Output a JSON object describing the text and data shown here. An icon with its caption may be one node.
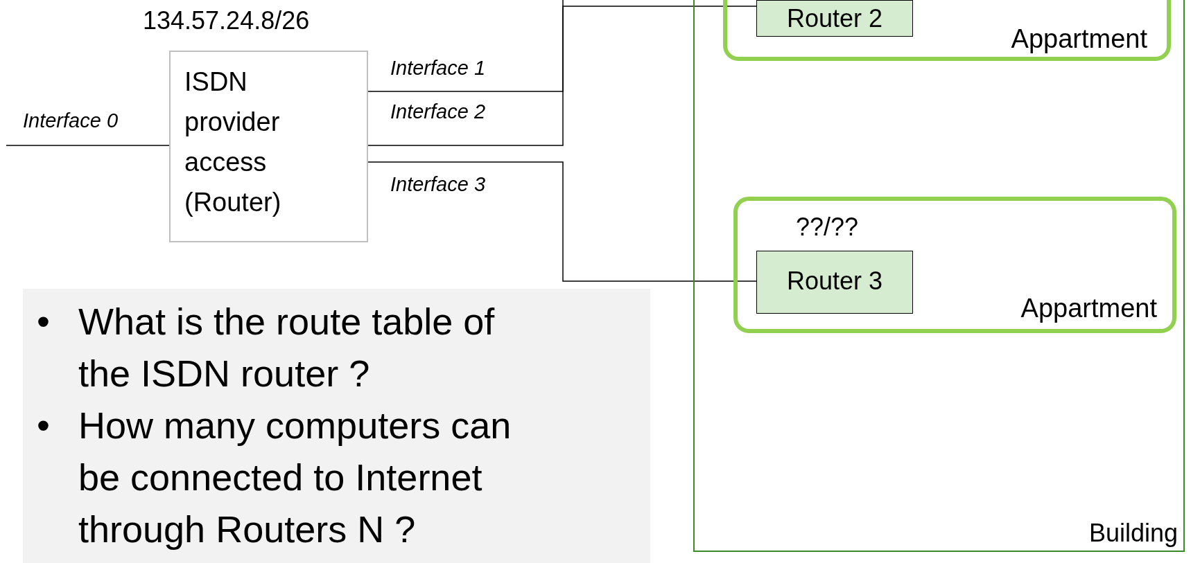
{
  "diagram": {
    "nodes": [
      {
        "text": [
          "ISDN provider access (Router)"
        ],
        "beside": [
          "134.57.24.8/26"
        ]
      },
      {
        "text": [
          "Building"
        ]
      },
      {
        "text": [
          "Appartment"
        ],
        "in": 1
      },
      {
        "text": [
          "Router 2"
        ],
        "in": 2
      },
      {
        "text": [
          "Appartment"
        ],
        "in": 1
      },
      {
        "text": [
          "Router 3"
        ],
        "in": 4,
        "beside": [
          "??/??"
        ]
      }
    ],
    "edges": [
      {
        "from": null,
        "to": 0,
        "arrow": "none",
        "label": "Interface 0"
      },
      {
        "from": 0,
        "to": null,
        "arrow": "none",
        "label": "Interface 1"
      },
      {
        "from": 0,
        "to": 3,
        "arrow": "none",
        "label": "Interface 2"
      },
      {
        "from": 0,
        "to": 5,
        "arrow": "none",
        "label": "Interface 3"
      }
    ],
    "labels": [
      "•",
      "What is the route table of the ISDN router ?",
      "•",
      "How many computers can be connected to Internet through Routers N ?"
    ]
  }
}
